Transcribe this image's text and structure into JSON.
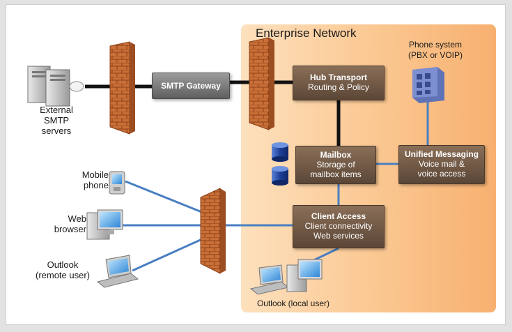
{
  "enterprise": {
    "title": "Enterprise Network"
  },
  "phone_system": {
    "label": "Phone system\n(PBX or VOIP)"
  },
  "external": {
    "label": "External\nSMTP\nservers"
  },
  "smtp_gateway": {
    "label": "SMTP Gateway"
  },
  "hub": {
    "title": "Hub Transport",
    "subtitle": "Routing & Policy"
  },
  "mailbox": {
    "title": "Mailbox",
    "subtitle": "Storage of\nmailbox items"
  },
  "um": {
    "title": "Unified Messaging",
    "subtitle": "Voice mail &\nvoice access"
  },
  "client_access": {
    "title": "Client Access",
    "subtitle": "Client connectivity\nWeb services"
  },
  "clients": {
    "mobile": "Mobile\nphone",
    "web": "Web\nbrowser",
    "outlook_remote": "Outlook\n(remote user)",
    "outlook_local": "Outlook (local user)"
  },
  "colors": {
    "enterprise_bg": "#fbc994",
    "box": "#6b5443",
    "firewall": "#c7703a",
    "link_blue": "#4a7fc1",
    "link_black": "#111111"
  }
}
